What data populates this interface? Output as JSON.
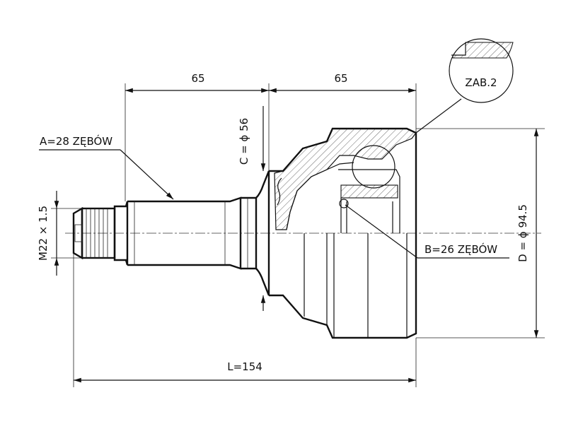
{
  "dimensions": {
    "shaft_length": "65",
    "housing_length": "65",
    "total_length": "L=154",
    "thread": "M22 × 1.5",
    "seal_diameter": "C = ϕ 56",
    "outer_diameter": "D = ϕ 94.5"
  },
  "callouts": {
    "outer_splines": "A=28 ZĘBÓW",
    "inner_splines": "B=26 ZĘBÓW",
    "detail": "ZAB.2"
  }
}
